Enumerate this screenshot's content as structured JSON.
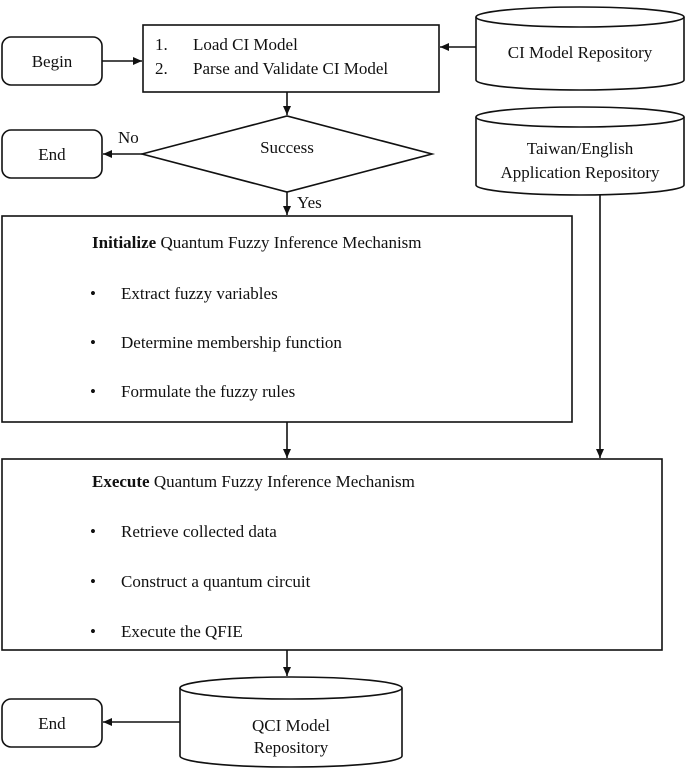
{
  "nodes": {
    "begin": "Begin",
    "load_steps": [
      {
        "num": "1.",
        "text": "Load CI Model"
      },
      {
        "num": "2.",
        "text": "Parse and Validate CI Model"
      }
    ],
    "ci_repo": "CI Model Repository",
    "success": "Success",
    "end_top": "End",
    "no_label": "No",
    "yes_label": "Yes",
    "tw_repo_line1": "Taiwan/English",
    "tw_repo_line2": "Application Repository",
    "init": {
      "bold": "Initialize",
      "rest": " Quantum Fuzzy Inference Mechanism",
      "items": [
        "Extract fuzzy variables",
        "Determine membership function",
        "Formulate the fuzzy rules"
      ]
    },
    "exec": {
      "bold": "Execute",
      "rest": " Quantum Fuzzy Inference Mechanism",
      "items": [
        "Retrieve collected data",
        "Construct a quantum circuit",
        "Execute the QFIE"
      ]
    },
    "qci_line1": "QCI Model",
    "qci_line2": "Repository",
    "end_bottom": "End",
    "bullet_char": "•"
  }
}
